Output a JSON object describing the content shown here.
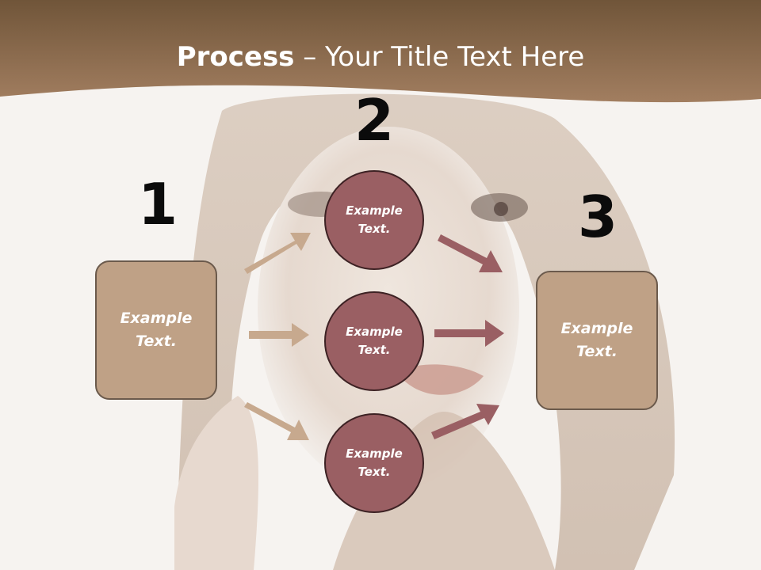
{
  "title": {
    "bold": "Process",
    "rest": " – Your Title Text Here"
  },
  "steps": [
    {
      "number": "1",
      "text": "Example Text."
    },
    {
      "number": "2",
      "items": [
        {
          "text": "Example Text."
        },
        {
          "text": "Example Text."
        },
        {
          "text": "Example Text."
        }
      ]
    },
    {
      "number": "3",
      "text": "Example Text."
    }
  ],
  "colors": {
    "header": "#8b6a4c",
    "box_fill": "#bfa186",
    "circle_fill": "#9a5f63",
    "arrow_left": "#c7a98e",
    "arrow_right": "#9a5f63"
  }
}
